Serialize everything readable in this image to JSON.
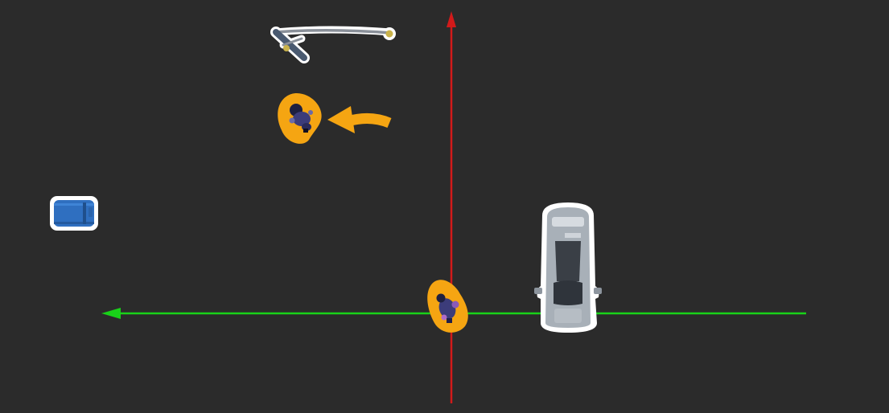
{
  "colors": {
    "background": "#2b2b2b",
    "x_axis": "#19d219",
    "y_axis": "#d21a1a",
    "highlight": "#f5a512",
    "outline": "#ffffff",
    "pedestrian": "#3c3c7a",
    "barrel": "#2f6fc0",
    "car": "#a8b0b8"
  },
  "scene": {
    "axes": [
      {
        "name": "x-axis",
        "direction": "left",
        "color_key": "x_axis"
      },
      {
        "name": "y-axis",
        "direction": "up",
        "color_key": "y_axis"
      }
    ],
    "objects": [
      {
        "name": "hurdle-barrier",
        "icon": "barrier-icon",
        "highlighted": false
      },
      {
        "name": "pedestrian-target",
        "icon": "person-icon",
        "highlighted": true
      },
      {
        "name": "pedestrian-ego",
        "icon": "person-icon",
        "highlighted": true
      },
      {
        "name": "barrel",
        "icon": "barrel-icon",
        "highlighted": false
      },
      {
        "name": "parked-car",
        "icon": "car-icon",
        "highlighted": false
      }
    ],
    "indicator": {
      "name": "motion-arrow",
      "icon": "curved-arrow-icon",
      "color_key": "highlight"
    }
  }
}
